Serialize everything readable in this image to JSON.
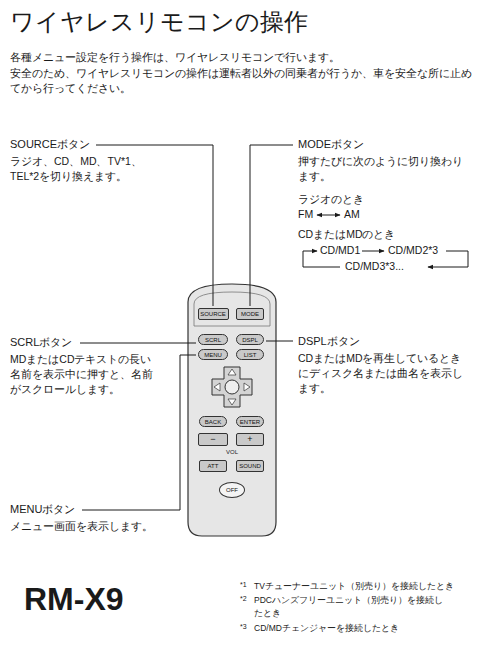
{
  "diagram": {
    "title": "ワイヤレスリモコンの操作",
    "nodes": [
      {
        "text": [
          "SOURCE"
        ]
      },
      {
        "text": [
          "MODE"
        ]
      },
      {
        "text": [
          "SCRL"
        ]
      },
      {
        "text": [
          "DSPL"
        ]
      },
      {
        "text": [
          "MENU"
        ]
      },
      {
        "text": [
          "LIST"
        ]
      },
      {
        "text": [
          "BACK"
        ]
      },
      {
        "text": [
          "ENTER"
        ]
      },
      {
        "text": [
          "−"
        ]
      },
      {
        "text": [
          "+"
        ]
      },
      {
        "text": [
          "ATT"
        ]
      },
      {
        "text": [
          "SOUND"
        ]
      },
      {
        "text": [
          "OFF"
        ]
      }
    ],
    "labels": [
      "各種メニュー設定を行う操作は、ワイヤレスリモコンで行います。",
      "安全のため、ワイヤレスリモコンの操作は運転者以外の同乗者が行うか、車を安全な所に止めてから行ってください。",
      "SOURCEボタン",
      "ラジオ、CD、MD、TV*1、TEL*2を切り換えます。",
      "MODEボタン",
      "押すたびに次のように切り換わります。",
      "ラジオのとき",
      "FM",
      "AM",
      "CDまたはMDのとき",
      "CD/MD1",
      "CD/MD2*3",
      "CD/MD3*3...",
      "SCRLボタン",
      "MDまたはCDテキストの長い名前を表示中に押すと、名前がスクロールします。",
      "DSPLボタン",
      "CDまたはMDを再生しているときにディスク名または曲名を表示します。",
      "MENUボタン",
      "メニュー画面を表示します。",
      "VOL",
      "RM-X9",
      "*1",
      "TVチューナーユニット（別売り）を接続したとき",
      "*2",
      "PDCハンズフリーユニット（別売り）を接続したとき",
      "*3",
      "CD/MDチェンジャーを接続したとき"
    ]
  }
}
